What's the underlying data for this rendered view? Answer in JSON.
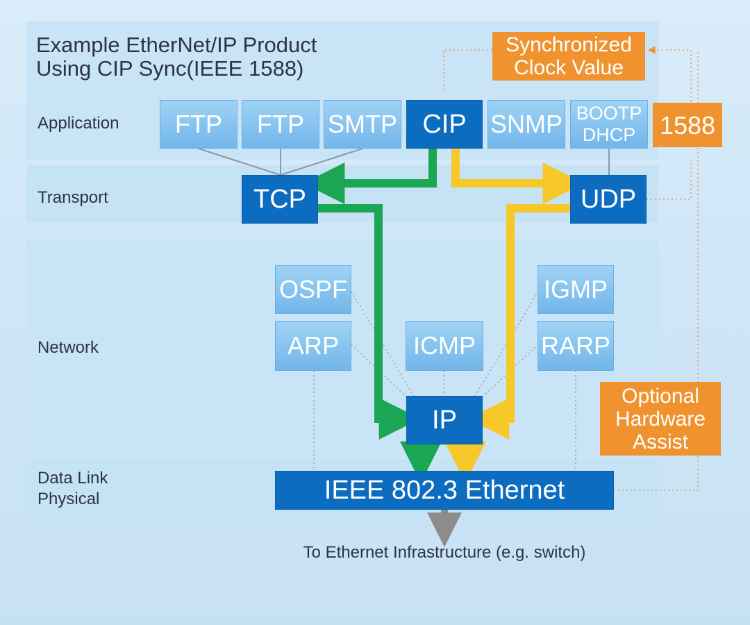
{
  "title_line1": "Example EtherNet/IP Product",
  "title_line2": "Using CIP Sync(IEEE 1588)",
  "layers": {
    "application": "Application",
    "transport": "Transport",
    "network": "Network",
    "datalink_line1": "Data Link",
    "datalink_line2": "Physical"
  },
  "application_protocols": {
    "ftp1": "FTP",
    "ftp2": "FTP",
    "smtp": "SMTP",
    "cip": "CIP",
    "snmp": "SNMP",
    "bootp_line1": "BOOTP",
    "bootp_line2": "DHCP"
  },
  "transport_protocols": {
    "tcp": "TCP",
    "udp": "UDP"
  },
  "network_protocols": {
    "ospf": "OSPF",
    "arp": "ARP",
    "icmp": "ICMP",
    "igmp": "IGMP",
    "rarp": "RARP",
    "ip": "IP"
  },
  "ethernet": "IEEE 802.3 Ethernet",
  "sync": {
    "clock_line1": "Synchronized",
    "clock_line2": "Clock Value",
    "ieee1588": "1588",
    "assist_line1": "Optional",
    "assist_line2": "Hardware",
    "assist_line3": "Assist"
  },
  "bottom_note": "To Ethernet Infrastructure (e.g. switch)",
  "colors": {
    "tcp_path": "#1aa653",
    "udp_path": "#f7c82a",
    "dark_box": "#0c6cc0",
    "light_box": "#7fc0ee",
    "orange_box": "#f0922e",
    "arrow_gray": "#8c8c8c"
  }
}
